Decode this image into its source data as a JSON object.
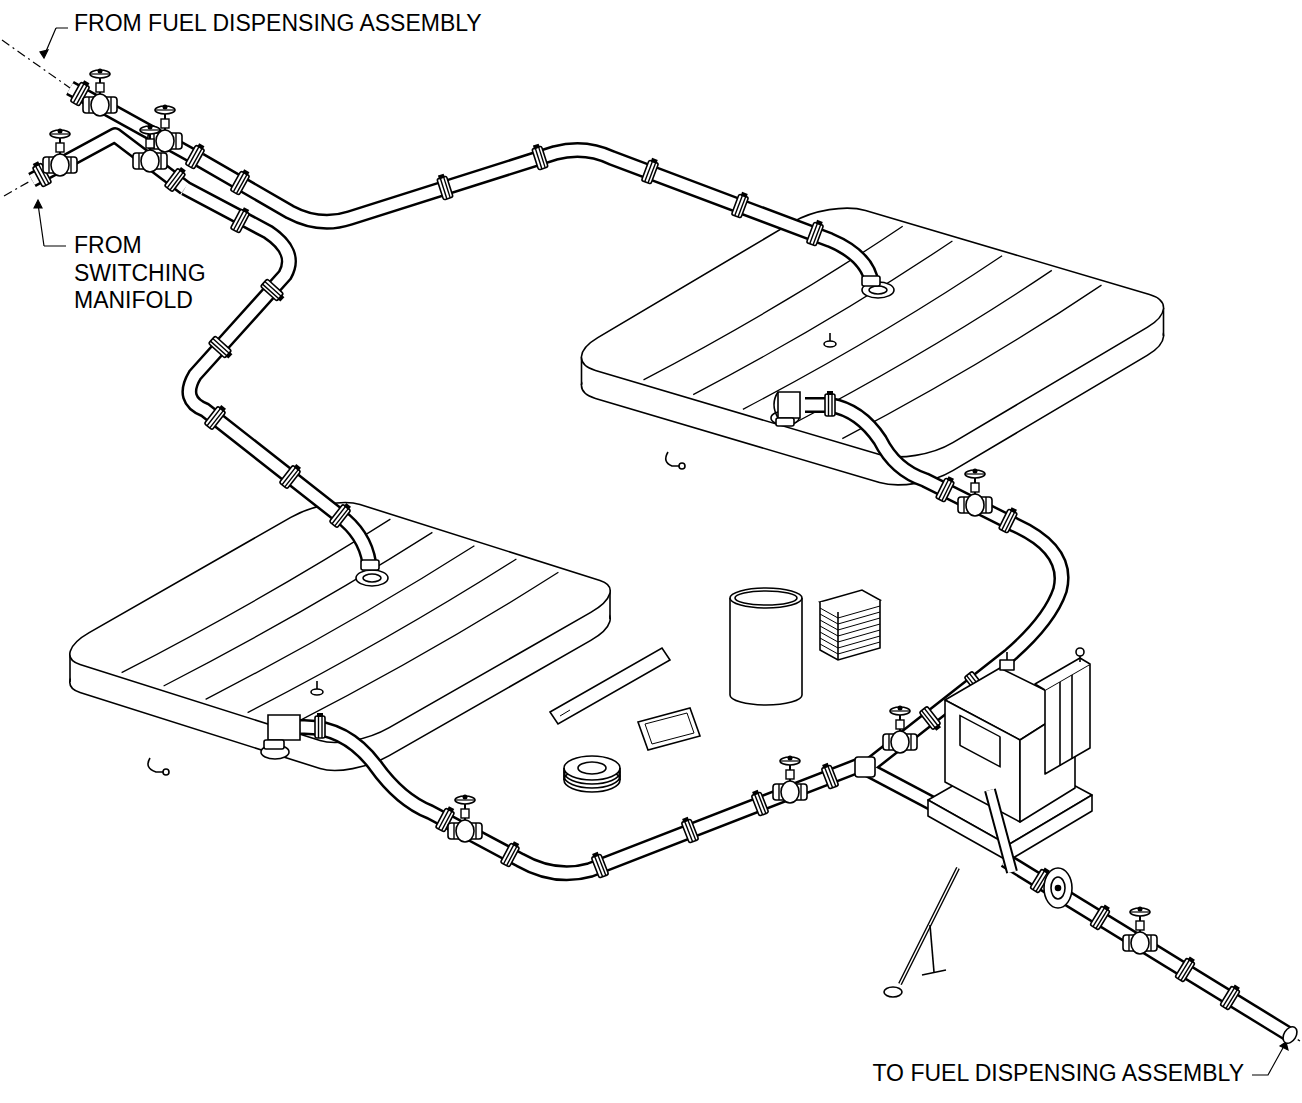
{
  "diagram": {
    "labels": [
      "FROM FUEL DISPENSING ASSEMBLY",
      "FROM SWITCHING MANIFOLD",
      "TO FUEL DISPENSING ASSEMBLY"
    ]
  }
}
